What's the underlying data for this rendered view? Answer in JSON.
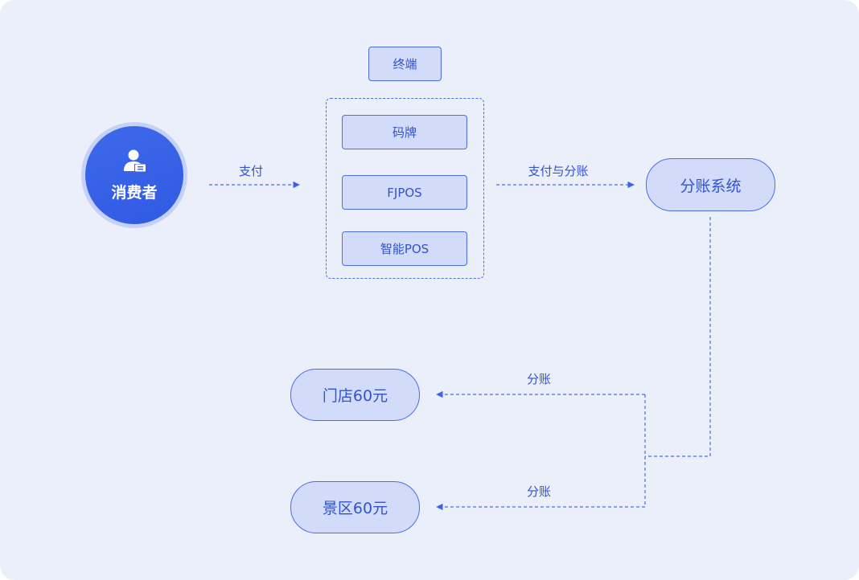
{
  "consumer": {
    "label": "消费者",
    "icon": "user-card-icon"
  },
  "terminal": {
    "header": "终端",
    "devices": [
      "码牌",
      "FJPOS",
      "智能POS"
    ]
  },
  "split_system": {
    "label": "分账系统"
  },
  "recipients": [
    {
      "label": "门店60元"
    },
    {
      "label": "景区60元"
    }
  ],
  "edges": {
    "pay": "支付",
    "pay_and_split": "支付与分账",
    "split_store": "分账",
    "split_scenic": "分账"
  },
  "colors": {
    "background": "#eaeffa",
    "node_fill": "#d2dcfa",
    "stroke": "#4b6ee6",
    "text": "#3353c8",
    "consumer_fill": "#3a64ea"
  }
}
